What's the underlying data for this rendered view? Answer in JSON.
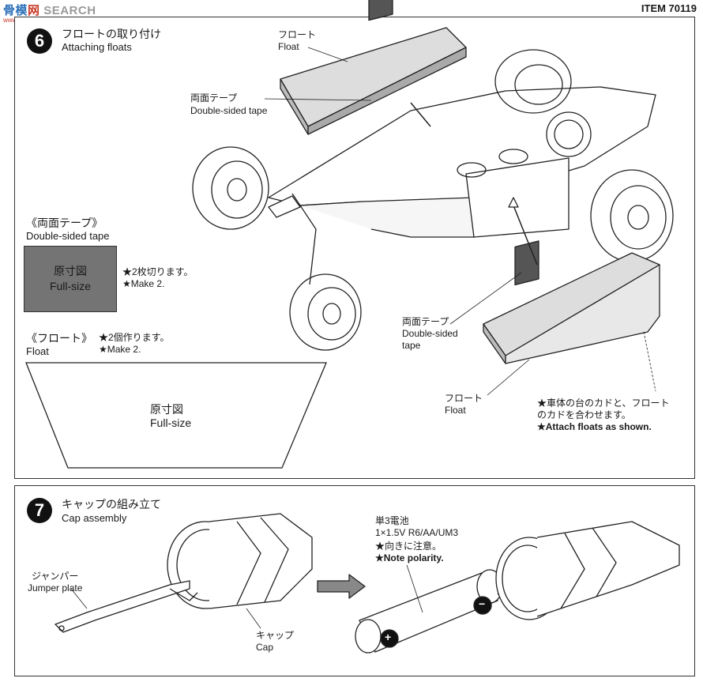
{
  "header": {
    "watermark_left": "骨",
    "watermark_mid": "模",
    "watermark_right": "网",
    "watermark_text": "SEARCH",
    "watermark_sub": "www.gumoo.com",
    "item_no": "ITEM 70119"
  },
  "step6": {
    "number": "6",
    "title_jp": "フロートの取り付け",
    "title_en": "Attaching floats",
    "float_top_jp": "フロート",
    "float_top_en": "Float",
    "tape_top_jp": "両面テープ",
    "tape_top_en": "Double-sided tape",
    "tape_section_jp": "《両面テープ》",
    "tape_section_en": "Double-sided tape",
    "tape_box_jp": "原寸図",
    "tape_box_en": "Full-size",
    "tape_note_jp": "★2枚切ります。",
    "tape_note_en": "★Make 2.",
    "float_section_jp": "《フロート》",
    "float_section_en": "Float",
    "float_note_jp": "★2個作ります。",
    "float_note_en": "★Make 2.",
    "float_box_jp": "原寸図",
    "float_box_en": "Full-size",
    "tape_mid_jp": "両面テープ",
    "tape_mid_en1": "Double-sided",
    "tape_mid_en2": "tape",
    "float_bottom_jp": "フロート",
    "float_bottom_en": "Float",
    "attach_note_jp1": "★車体の台のカドと、フロート",
    "attach_note_jp2": "のカドを合わせます。",
    "attach_note_en": "★Attach floats as shown."
  },
  "step7": {
    "number": "7",
    "title_jp": "キャップの組み立て",
    "title_en": "Cap assembly",
    "jumper_jp": "ジャンパー",
    "jumper_en": "Jumper plate",
    "cap_jp": "キャップ",
    "cap_en": "Cap",
    "battery_jp": "単3電池",
    "battery_spec": "1×1.5V R6/AA/UM3",
    "polarity_jp": "★向きに注意。",
    "polarity_en": "★Note polarity.",
    "plus": "+",
    "minus": "−"
  }
}
